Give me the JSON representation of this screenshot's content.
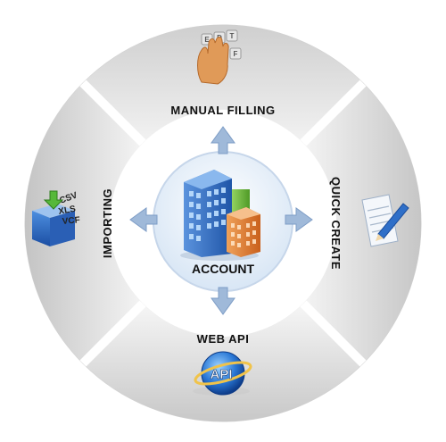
{
  "center": {
    "label": "ACCOUNT",
    "icon": "office-buildings-icon"
  },
  "segments": [
    {
      "key": "manual",
      "label": "MANUAL FILLING",
      "icon": "hand-keyboard-icon"
    },
    {
      "key": "quick",
      "label": "QUICK CREATE",
      "icon": "document-pen-icon"
    },
    {
      "key": "webapi",
      "label": "WEB API",
      "icon": "api-globe-icon"
    },
    {
      "key": "importing",
      "label": "IMPORTING",
      "icon": "import-box-icon"
    }
  ],
  "import_formats": [
    "CSV",
    "XLS",
    "VCF"
  ],
  "api_badge": "API",
  "keys": [
    "E",
    "D",
    "T",
    "F"
  ],
  "colors": {
    "ring_light": "#f2f2f2",
    "ring_dark": "#bdbdbd",
    "arrow": "#9fb9d9",
    "building_blue": "#2f6fc8",
    "building_orange": "#e07a2c",
    "building_green": "#6fbf3a"
  }
}
